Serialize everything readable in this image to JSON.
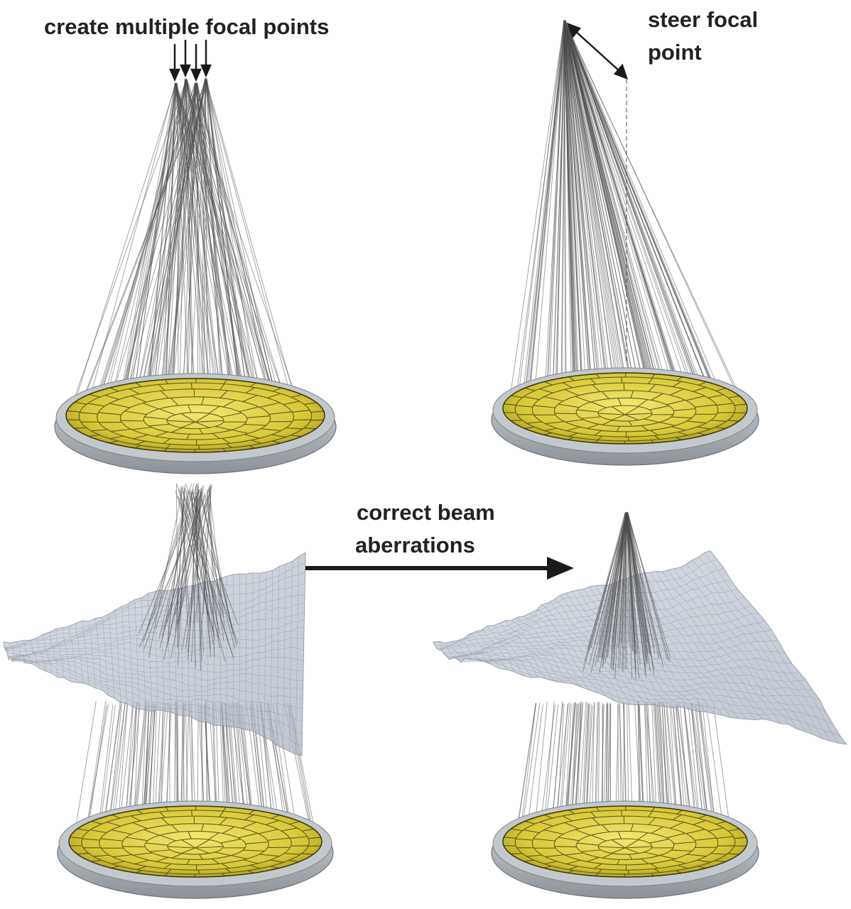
{
  "panels": {
    "top_left": {
      "label": "create multiple focal points"
    },
    "top_right": {
      "label_lines": [
        "steer focal",
        "point"
      ]
    },
    "center": {
      "label_lines": [
        "correct beam",
        "aberrations"
      ]
    }
  },
  "colors": {
    "transducer_fill": "#d8c838",
    "transducer_segment": "#3a3410",
    "rim": "#a9aeb3",
    "beam": "#4a4a4a",
    "tissue_mesh": "#b8c0cc",
    "arrow": "#1a1a1a"
  }
}
